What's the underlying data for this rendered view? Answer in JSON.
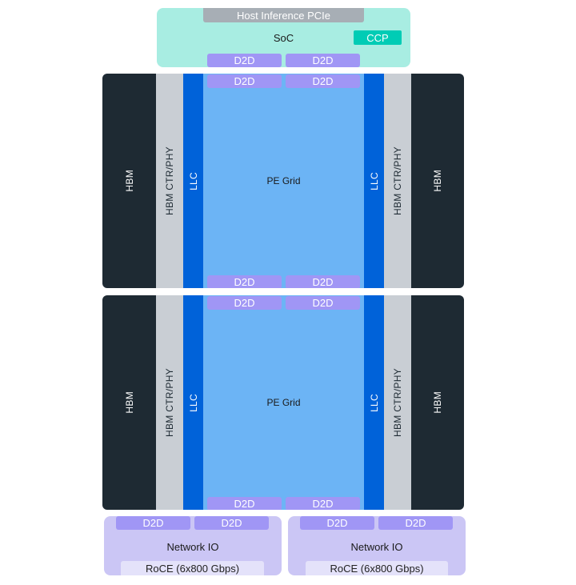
{
  "soc": {
    "pcie": "Host Inference PCIe",
    "label": "SoC",
    "ccp": "CCP",
    "d2d": [
      "D2D",
      "D2D"
    ]
  },
  "dies": [
    {
      "hbm_left": "HBM",
      "ctr_left": "HBM CTR/PHY",
      "llc_left": "LLC",
      "pe": "PE Grid",
      "llc_right": "LLC",
      "ctr_right": "HBM CTR/PHY",
      "hbm_right": "HBM",
      "d2d_top": [
        "D2D",
        "D2D"
      ],
      "d2d_bottom": [
        "D2D",
        "D2D"
      ]
    },
    {
      "hbm_left": "HBM",
      "ctr_left": "HBM CTR/PHY",
      "llc_left": "LLC",
      "pe": "PE Grid",
      "llc_right": "LLC",
      "ctr_right": "HBM CTR/PHY",
      "hbm_right": "HBM",
      "d2d_top": [
        "D2D",
        "D2D"
      ],
      "d2d_bottom": [
        "D2D",
        "D2D"
      ]
    }
  ],
  "network": [
    {
      "d2d": [
        "D2D",
        "D2D"
      ],
      "label": "Network IO",
      "roce": "RoCE (6x800 Gbps)"
    },
    {
      "d2d": [
        "D2D",
        "D2D"
      ],
      "label": "Network IO",
      "roce": "RoCE (6x800 Gbps)"
    }
  ],
  "colors": {
    "soc": "#a8ede2",
    "ccp": "#00ccb5",
    "hbm": "#1e2a33",
    "ctr": "#c9ced4",
    "llc": "#0062d9",
    "pe": "#6cb4f5",
    "d2d": "#a096f5",
    "network": "#cbc6f5"
  }
}
